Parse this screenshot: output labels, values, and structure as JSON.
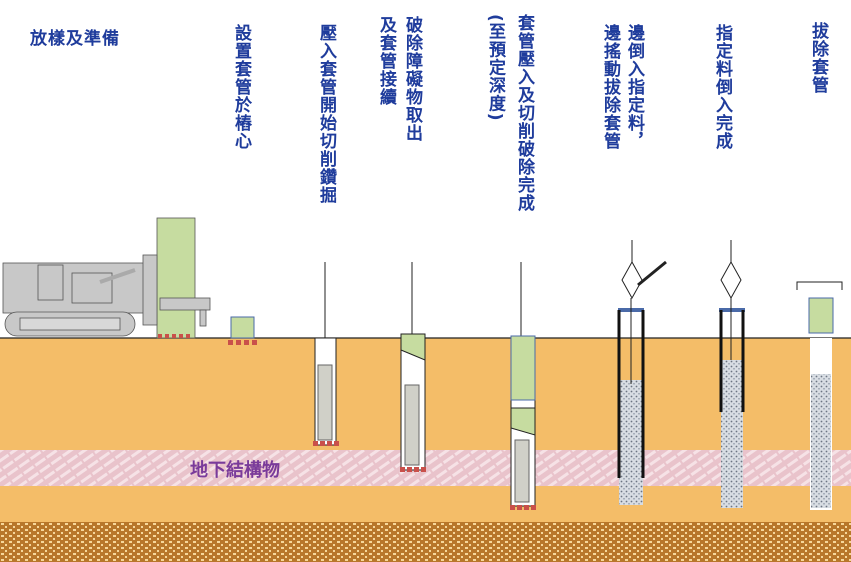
{
  "steps": [
    {
      "label": "放樣及準備"
    },
    {
      "label": "設置套管於樁心"
    },
    {
      "label": "壓入套管開始切削鑽掘"
    },
    {
      "label_line1": "破除障礙物取出",
      "label_line2": "及套管接續"
    },
    {
      "label_line1": "套管壓入及切削破除完成",
      "label_line2": "(至預定深度)"
    },
    {
      "label_line1": "邊倒入指定料，",
      "label_line2": "邊搖動拔除套管"
    },
    {
      "label": "指定料倒入完成"
    },
    {
      "label": "拔除套管"
    }
  ],
  "layers": {
    "underground_structure": "地下結構物"
  },
  "colors": {
    "text": "#1f3c9c",
    "soil": "#f4bd68",
    "casing": "#c6dca0",
    "machine": "#c8c8c8",
    "structure_band": "#eac8cf",
    "gravel": "#c08030"
  }
}
